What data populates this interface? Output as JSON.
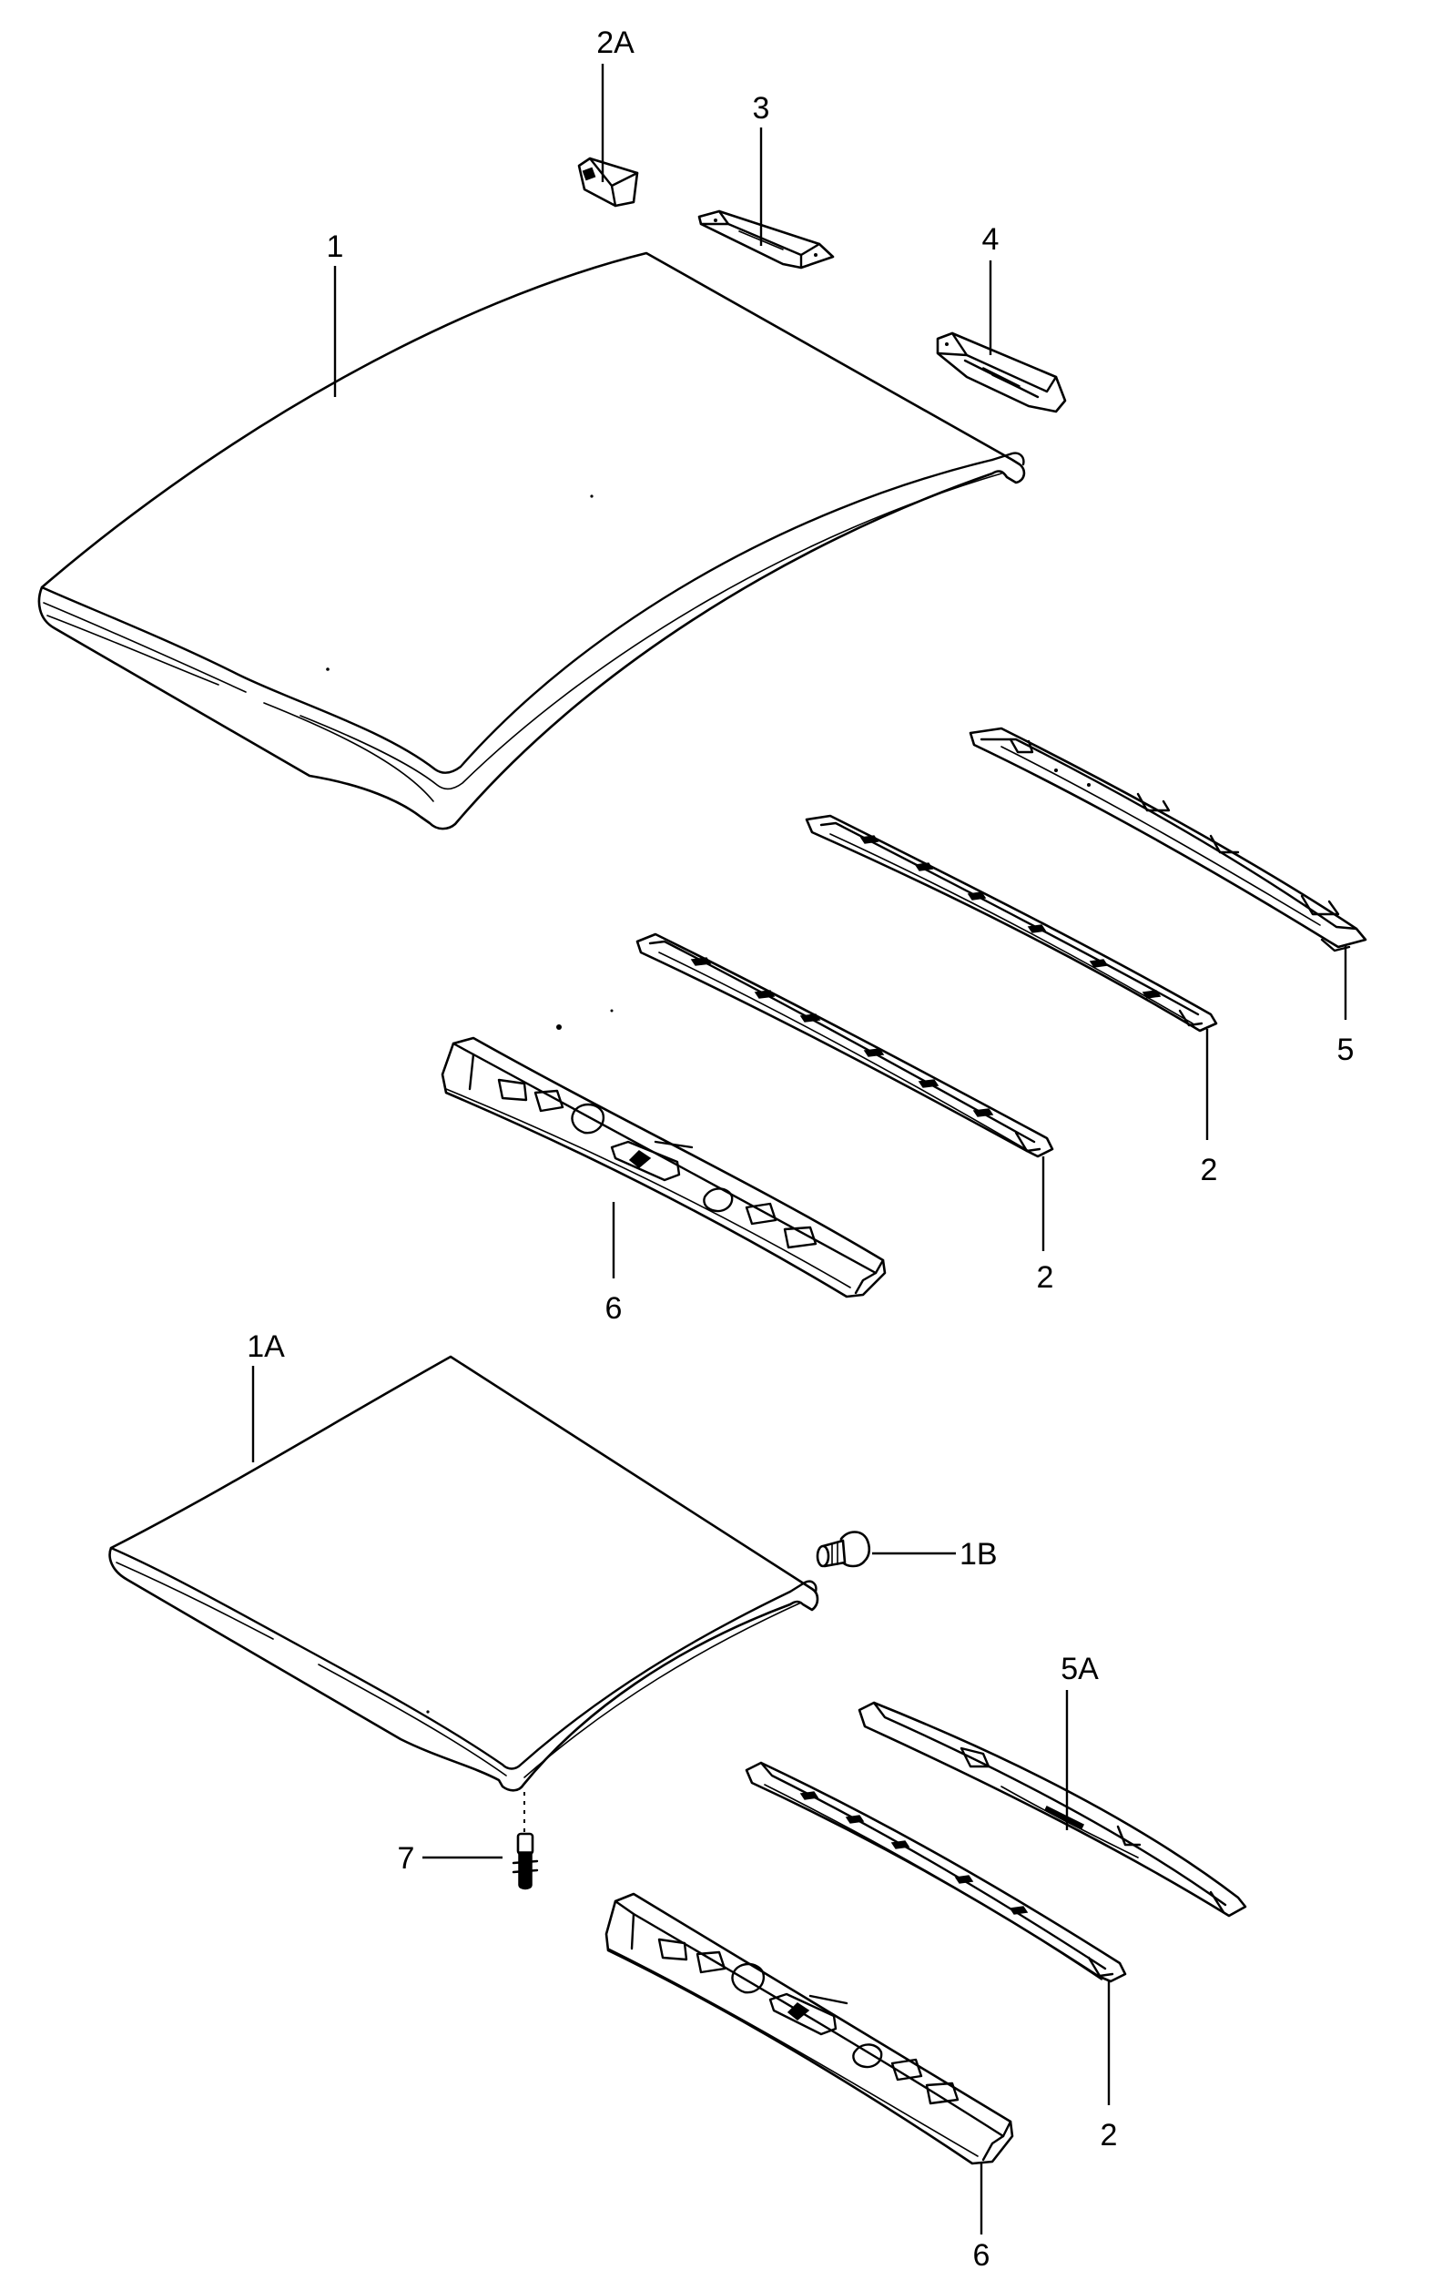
{
  "callouts": {
    "c2A": "2A",
    "c3": "3",
    "c1": "1",
    "c4": "4",
    "c5": "5",
    "c2a": "2",
    "c2b": "2",
    "c6a": "6",
    "c1A": "1A",
    "c1B": "1B",
    "c5A": "5A",
    "c7": "7",
    "c2c": "2",
    "c6b": "6"
  }
}
